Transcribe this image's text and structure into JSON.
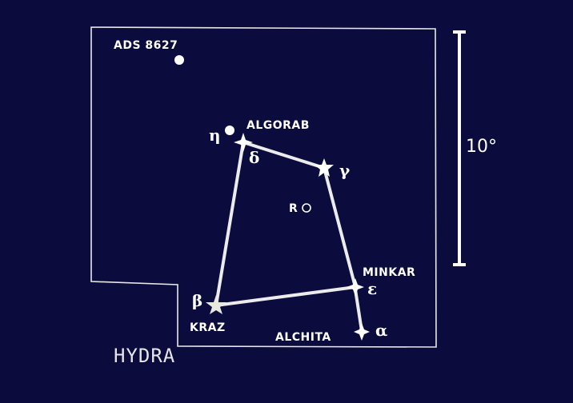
{
  "constellation": {
    "neighbor_label": "HYDRA",
    "scale_label": "10°"
  },
  "stars": [
    {
      "id": "ads8627",
      "label": "ADS 8627",
      "greek": "",
      "kind": "dot"
    },
    {
      "id": "eta",
      "label": "",
      "greek": "η",
      "kind": "dot"
    },
    {
      "id": "delta",
      "label": "ALGORAB",
      "greek": "δ",
      "kind": "star4"
    },
    {
      "id": "gamma",
      "label": "",
      "greek": "γ",
      "kind": "star5"
    },
    {
      "id": "r",
      "label": "R",
      "greek": "",
      "kind": "ring"
    },
    {
      "id": "epsilon",
      "label": "MINKAR",
      "greek": "ε",
      "kind": "star4"
    },
    {
      "id": "beta",
      "label": "KRAZ",
      "greek": "β",
      "kind": "star5"
    },
    {
      "id": "alpha",
      "label": "ALCHITA",
      "greek": "α",
      "kind": "star4"
    }
  ],
  "colors": {
    "background": "#0b0b3d",
    "ink": "#ffffff"
  }
}
